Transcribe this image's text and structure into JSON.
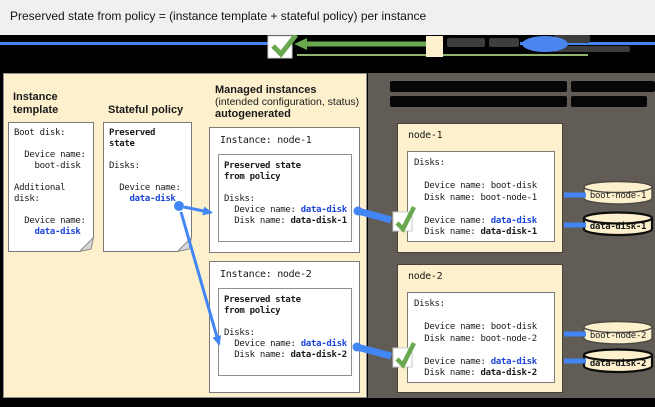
{
  "window": {
    "title": "Preserved state from policy = (instance template + stateful policy) per instance"
  },
  "colors": {
    "titlebar_gray": "#f0f0f0",
    "canvas_black": "#010101",
    "panel_cream": "#fdf0cd",
    "panel_dark": "#615c55",
    "accent_blue": "#4285f4",
    "link_blue": "#1b45d7",
    "check_green": "#6aa84f",
    "note_white": "#ffffff"
  },
  "legend": {
    "icon_names": [
      "checkmark-icon",
      "green-arrow-icon",
      "instance-template-swatch",
      "disk-ellipse-icon"
    ]
  },
  "left_panel": {
    "instance_template": {
      "label": "Instance template",
      "note": [
        [
          {
            "t": "Boot disk:"
          }
        ],
        [],
        [
          {
            "t": "  Device name:"
          }
        ],
        [
          {
            "t": "    boot-disk"
          }
        ],
        [],
        [
          {
            "t": "Additional"
          }
        ],
        [
          {
            "t": "disk:"
          }
        ],
        [],
        [
          {
            "t": "  Device name:"
          }
        ],
        [
          {
            "t": "    "
          },
          {
            "t": "data-disk",
            "c": "u"
          }
        ]
      ]
    },
    "stateful_policy": {
      "label": "Stateful policy",
      "note": [
        [
          {
            "t": "Preserved",
            "c": "b"
          }
        ],
        [
          {
            "t": "state",
            "c": "b"
          }
        ],
        [],
        [
          {
            "t": "Disks:"
          }
        ],
        [],
        [
          {
            "t": "  Device name:"
          }
        ],
        [
          {
            "t": "    "
          },
          {
            "t": "data-disk",
            "c": "u"
          }
        ]
      ]
    },
    "managed_instances": {
      "heading": "Managed instances",
      "subheading": "(intended configuration, status)",
      "heading2": "autogenerated",
      "instances": [
        {
          "title": "Instance: node-1",
          "preserved": [
            [
              {
                "t": "Preserved state",
                "c": "b"
              }
            ],
            [
              {
                "t": "from policy",
                "c": "b"
              }
            ],
            [],
            [
              {
                "t": "Disks:"
              }
            ],
            [
              {
                "t": "  Device name: "
              },
              {
                "t": "data-disk",
                "c": "u"
              }
            ],
            [
              {
                "t": "  Disk name: "
              },
              {
                "t": "data-disk-1",
                "c": "b"
              }
            ]
          ]
        },
        {
          "title": "Instance: node-2",
          "preserved": [
            [
              {
                "t": "Preserved state",
                "c": "b"
              }
            ],
            [
              {
                "t": "from policy",
                "c": "b"
              }
            ],
            [],
            [
              {
                "t": "Disks:"
              }
            ],
            [
              {
                "t": "  Device name: "
              },
              {
                "t": "data-disk",
                "c": "u"
              }
            ],
            [
              {
                "t": "  Disk name: "
              },
              {
                "t": "data-disk-2",
                "c": "b"
              }
            ]
          ]
        }
      ]
    }
  },
  "right_panel": {
    "nodes": [
      {
        "name": "node-1",
        "disks_note": [
          [
            {
              "t": "Disks:"
            }
          ],
          [],
          [
            {
              "t": "  Device name: boot-disk"
            }
          ],
          [
            {
              "t": "  Disk name: boot-node-1"
            }
          ],
          [],
          [
            {
              "t": "  Device name: "
            },
            {
              "t": "data-disk",
              "c": "u"
            }
          ],
          [
            {
              "t": "  Disk name: "
            },
            {
              "t": "data-disk-1",
              "c": "b"
            }
          ]
        ],
        "attached_disks": [
          {
            "label": "boot-node-1",
            "emphasis": false
          },
          {
            "label": "data-disk-1",
            "emphasis": true
          }
        ]
      },
      {
        "name": "node-2",
        "disks_note": [
          [
            {
              "t": "Disks:"
            }
          ],
          [],
          [
            {
              "t": "  Device name: boot-disk"
            }
          ],
          [
            {
              "t": "  Disk name: boot-node-2"
            }
          ],
          [],
          [
            {
              "t": "  Device name: "
            },
            {
              "t": "data-disk",
              "c": "u"
            }
          ],
          [
            {
              "t": "  Disk name: "
            },
            {
              "t": "data-disk-2",
              "c": "b"
            }
          ]
        ],
        "attached_disks": [
          {
            "label": "boot-node-2",
            "emphasis": false
          },
          {
            "label": "data-disk-2",
            "emphasis": true
          }
        ]
      }
    ]
  }
}
